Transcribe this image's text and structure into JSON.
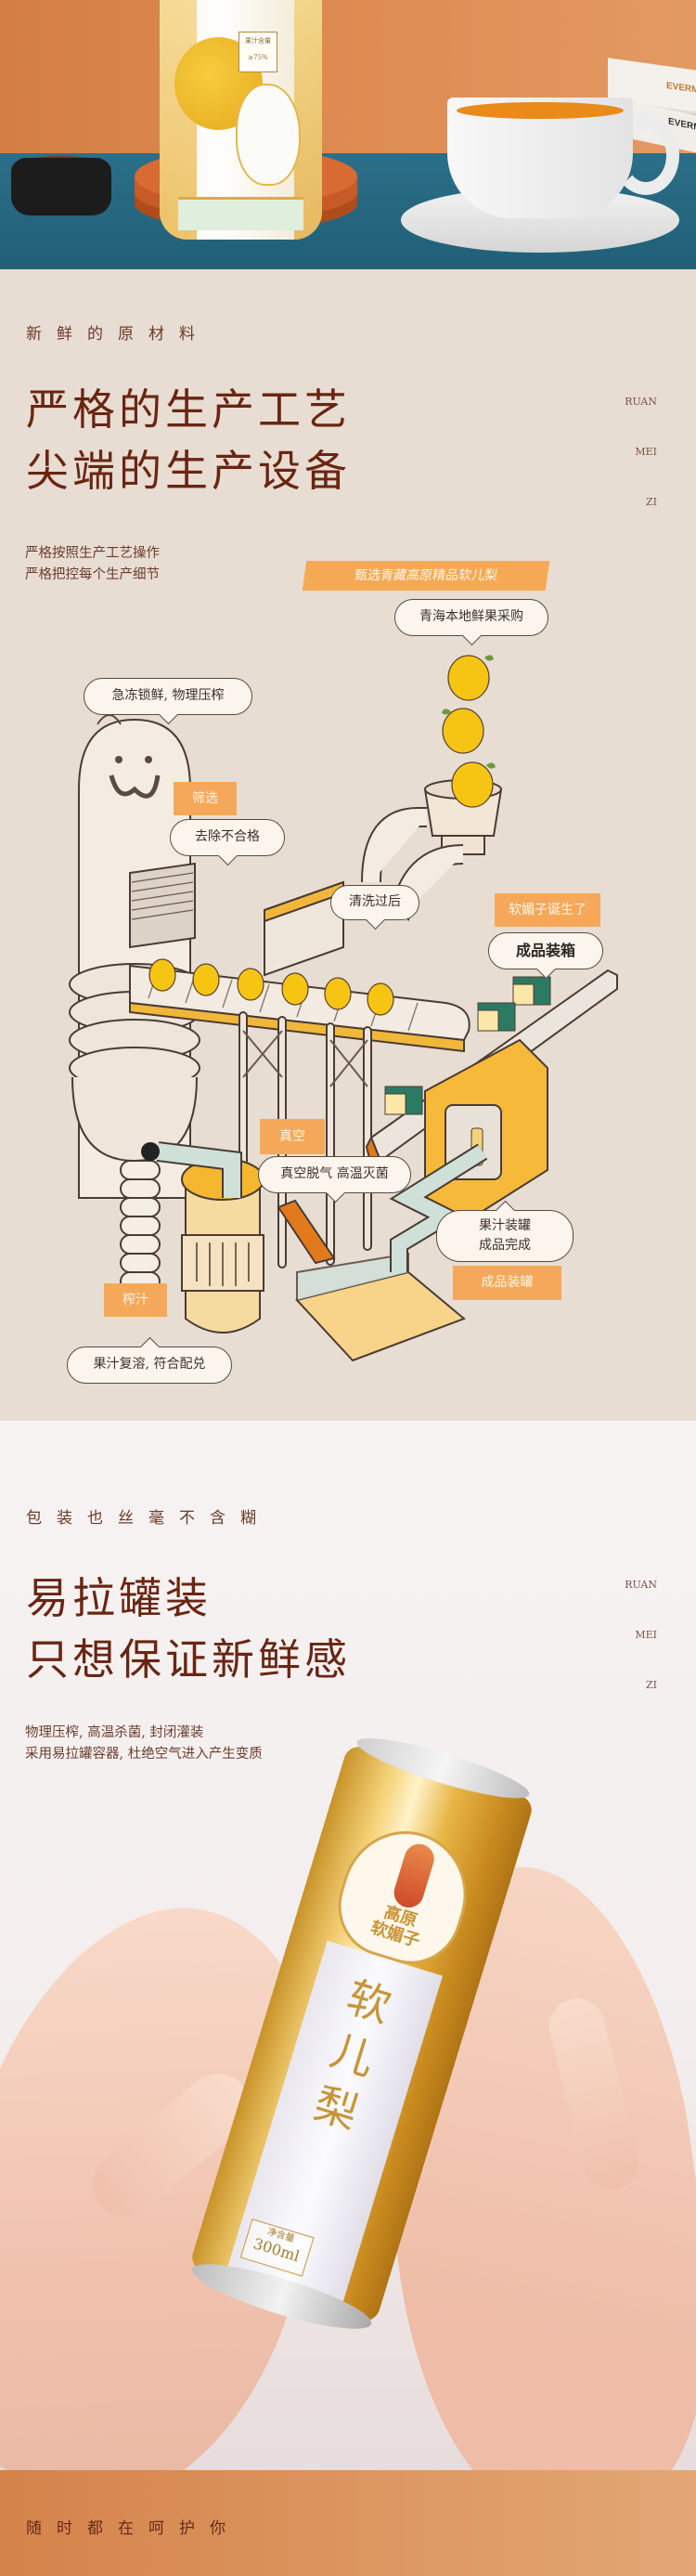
{
  "hero": {
    "can_tag_label": "果汁含量",
    "can_tag_value": "≥75%",
    "book_title_1": "EVERMO",
    "book_title_2": "EVERMO",
    "colors": {
      "wall": "#d98a50",
      "table": "#246680",
      "coaster": "#d86a33"
    }
  },
  "section_craft": {
    "kicker": "新鲜的原材料",
    "headline_line1": "严格的生产工艺",
    "headline_line2": "尖端的生产设备",
    "side_tags": [
      "RUAN",
      "MEI",
      "ZI"
    ],
    "sub_line1": "严格按照生产工艺操作",
    "sub_line2": "严格把控每个生产细节",
    "diagram": {
      "banner": "甄选青藏高原精品软儿梨",
      "bubble_source": "青海本地鲜果采购",
      "bubble_freeze": "急冻锁鲜, 物理压榨",
      "tag_screen": "筛选",
      "bubble_screen": "去除不合格",
      "bubble_wash": "清洗过后",
      "tag_born": "软媚子诞生了",
      "bubble_boxing": "成品装箱",
      "tag_vacuum": "真空",
      "bubble_vacuum": "真空脱气 高温灭菌",
      "bubble_canning_line1": "果汁装罐",
      "bubble_canning_line2": "成品完成",
      "tag_canning": "成品装罐",
      "tag_juice": "榨汁",
      "bubble_juice": "果汁复溶, 符合配兑"
    },
    "colors": {
      "background": "#e8ddd2",
      "accent_orange": "#f6a954",
      "headline": "#6a2512"
    }
  },
  "section_package": {
    "kicker": "包装也丝毫不含糊",
    "headline_line1": "易拉罐装",
    "headline_line2": "只想保证新鲜感",
    "side_tags": [
      "RUAN",
      "MEI",
      "ZI"
    ],
    "sub_line1": "物理压榨, 高温杀菌, 封闭灌装",
    "sub_line2": "采用易拉罐容器, 杜绝空气进入产生变质",
    "can": {
      "brand_top": "高原",
      "brand_bottom": "软媚子",
      "product_name": "软儿梨",
      "net_label": "净含量",
      "net_value": "300ml"
    }
  },
  "footer": {
    "kicker": "随时都在呵护你"
  }
}
